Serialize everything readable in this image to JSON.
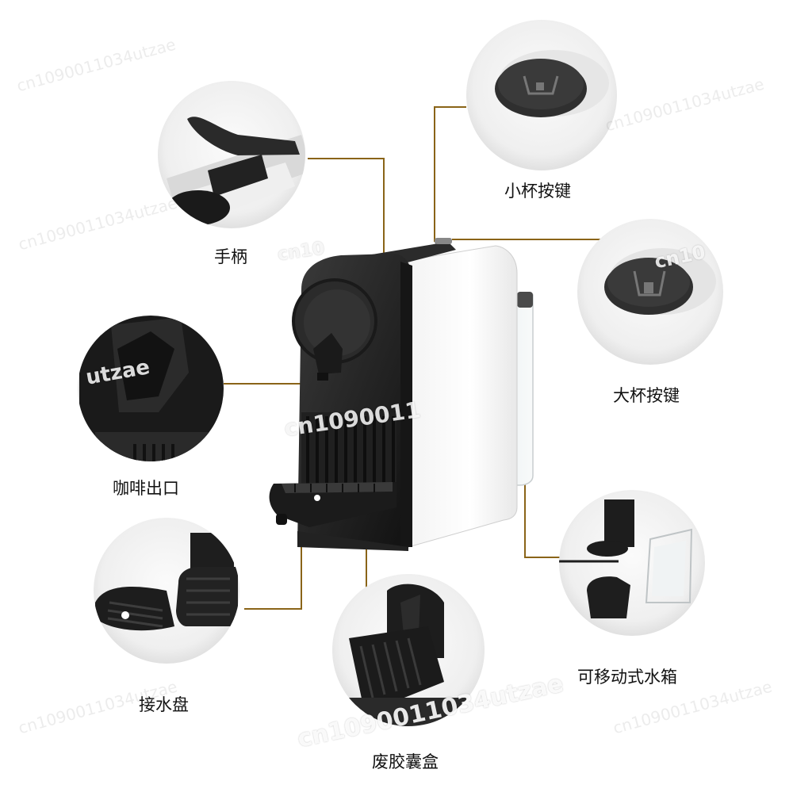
{
  "labels": {
    "handle": "手柄",
    "small_cup_button": "小杯按键",
    "large_cup_button": "大杯按键",
    "coffee_outlet": "咖啡出口",
    "drip_tray": "接水盘",
    "capsule_bin": "废胶囊盒",
    "water_tank": "可移动式水箱"
  },
  "watermarks": {
    "center": "cn1090011",
    "bottom": "cn1090011034utzae",
    "left": "utzae",
    "right": "cn10",
    "top": "cn10"
  },
  "colors": {
    "leader_line": "#8a6418",
    "machine_body": "#1c1c1c",
    "machine_panel": "#f7f7f7"
  }
}
